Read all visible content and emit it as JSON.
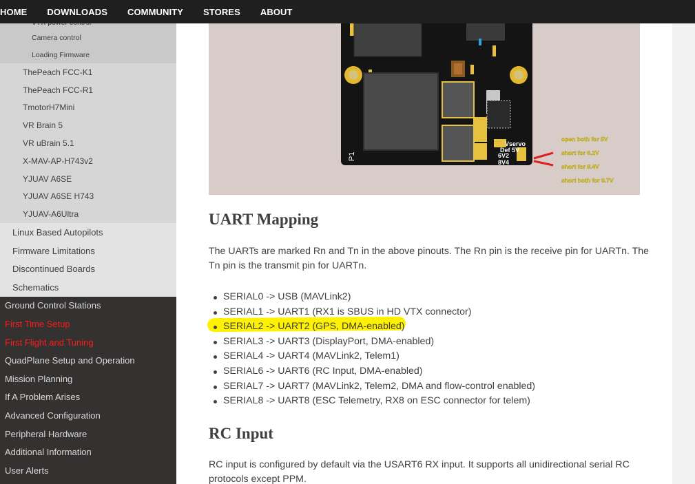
{
  "topnav": {
    "items": [
      "HOME",
      "DOWNLOADS",
      "COMMUNITY",
      "STORES",
      "ABOUT"
    ]
  },
  "sidebar": {
    "level3": [
      "VTX power control",
      "Camera control",
      "Loading Firmware"
    ],
    "level2": [
      "ThePeach FCC-K1",
      "ThePeach FCC-R1",
      "TmotorH7Mini",
      "VR Brain 5",
      "VR uBrain 5.1",
      "X-MAV-AP-H743v2",
      "YJUAV A6SE",
      "YJUAV A6SE H743",
      "YJUAV-A6Ultra"
    ],
    "level1": [
      "Linux Based Autopilots",
      "Firmware Limitations",
      "Discontinued Boards",
      "Schematics"
    ],
    "level0": [
      "Ground Control Stations",
      "First Time Setup",
      "First Flight and Tuning",
      "QuadPlane Setup and Operation",
      "Mission Planning",
      "If A Problem Arises",
      "Advanced Configuration",
      "Peripheral Hardware",
      "Additional Information",
      "User Alerts"
    ]
  },
  "board": {
    "pin_label": "P1",
    "vservo_label": "Vservo",
    "def_label": "Def 5V",
    "pad_6v2": "6V2",
    "pad_8v4": "8V4",
    "notes": [
      "open both for 5V",
      "short for 6.2V",
      "short for 8.4V",
      "short both for 9.7V"
    ]
  },
  "uart": {
    "heading": "UART Mapping",
    "intro": "The UARTs are marked Rn and Tn in the above pinouts. The Rn pin is the receive pin for UARTn. The Tn pin is the transmit pin for UARTn.",
    "serials": [
      "SERIAL0 -> USB (MAVLink2)",
      "SERIAL1 -> UART1 (RX1 is SBUS in HD VTX connector)",
      "SERIAL2 -> UART2 (GPS, DMA-enabled)",
      "SERIAL3 -> UART3 (DisplayPort, DMA-enabled)",
      "SERIAL4 -> UART4 (MAVLink2, Telem1)",
      "SERIAL6 -> UART6 (RC Input, DMA-enabled)",
      "SERIAL7 -> UART7 (MAVLink2, Telem2, DMA and flow-control enabled)",
      "SERIAL8 -> UART8 (ESC Telemetry, RX8 on ESC connector for telem)"
    ]
  },
  "rc": {
    "heading": "RC Input",
    "intro": "RC input is configured by default via the USART6 RX input. It supports all unidirectional serial RC protocols except PPM."
  },
  "colors": {
    "nav_bg": "#1f1f1f",
    "sidebar_bg": "#343131",
    "highlight": "#fff200",
    "link_red": "#ff1a1a",
    "note_yellow": "#f4e41a"
  }
}
